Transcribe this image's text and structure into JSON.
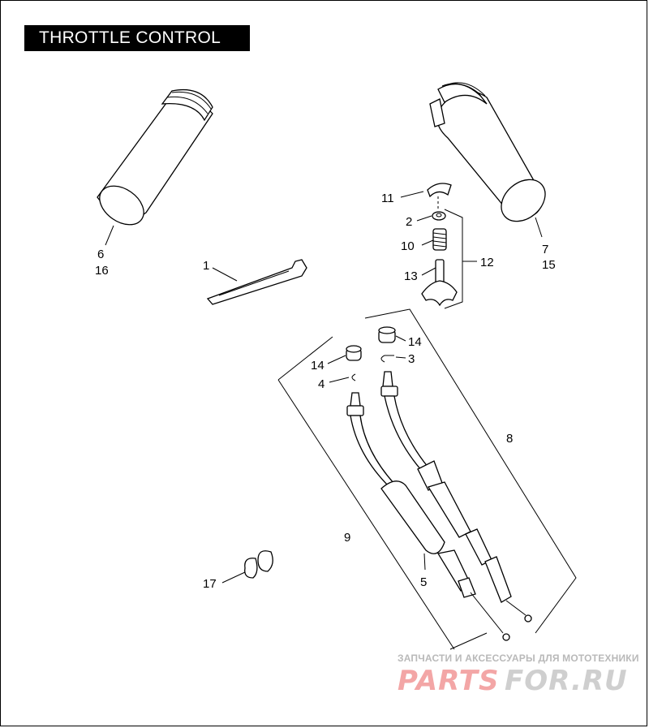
{
  "title": "THROTTLE CONTROL",
  "callouts": {
    "c1": "1",
    "c2": "2",
    "c3": "3",
    "c4": "4",
    "c5": "5",
    "c6": "6",
    "c16": "16",
    "c7": "7",
    "c15": "15",
    "c8": "8",
    "c9": "9",
    "c10": "10",
    "c11": "11",
    "c12": "12",
    "c13": "13",
    "c14a": "14",
    "c14b": "14",
    "c17": "17"
  },
  "watermark": {
    "tagline": "ЗАПЧАСТИ И АКСЕССУАРЫ ДЛЯ МОТОТЕХНИКИ",
    "brand_part1": "PARTS",
    "brand_part2": "FOR.RU"
  },
  "colors": {
    "title_bg": "#000000",
    "title_fg": "#ffffff",
    "watermark_red": "#f3a6a6",
    "watermark_gray": "#cfcfcf"
  }
}
